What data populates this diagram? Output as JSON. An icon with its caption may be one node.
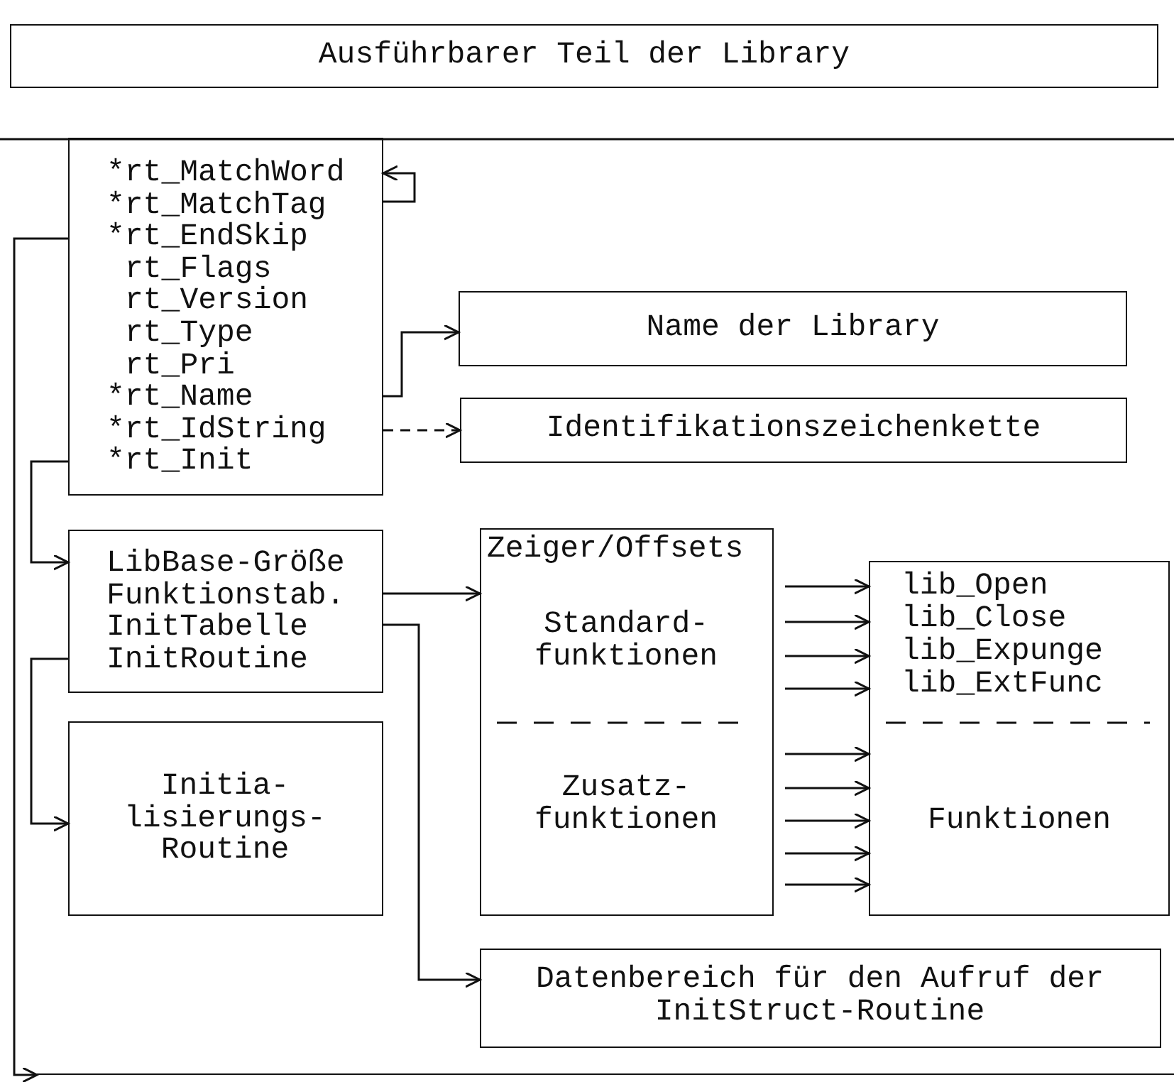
{
  "diagram": {
    "nodes": [
      {
        "text": [
          "Ausführbarer Teil der Library"
        ]
      },
      {
        "text": [
          "*rt_MatchWord",
          "*rt_MatchTag",
          "*rt_EndSkip",
          "rt_Flags",
          "rt_Version",
          "rt_Type",
          "rt_Pri",
          "*rt_Name",
          "*rt_IdString",
          "*rt_Init"
        ]
      },
      {
        "text": [
          "Name der Library"
        ]
      },
      {
        "text": [
          "Identifikationszeichenkette"
        ]
      },
      {
        "text": [
          "LibBase-Größe",
          "Funktionstab.",
          "InitTabelle",
          "InitRoutine"
        ]
      },
      {
        "text": [
          "Initia- lisierungs- Routine"
        ]
      },
      {
        "text": [
          "Zeiger/Offsets",
          "Standard- funktionen",
          "Zusatz- funktionen"
        ]
      },
      {
        "text": [
          "lib_Open",
          "lib_Close",
          "lib_Expunge",
          "lib_ExtFunc",
          "Funktionen"
        ]
      },
      {
        "text": [
          "Datenbereich für den Aufruf der InitStruct-Routine"
        ]
      },
      {
        "text": [],
        "shape": "bar"
      }
    ],
    "edges": [
      {
        "from": 1,
        "to": 1,
        "arrow": "to"
      },
      {
        "from": 1,
        "to": 9,
        "arrow": "to"
      },
      {
        "from": 1,
        "to": 2,
        "arrow": "to"
      },
      {
        "from": 1,
        "to": 3,
        "arrow": "to",
        "style": "dashed"
      },
      {
        "from": 1,
        "to": 4,
        "arrow": "to"
      },
      {
        "from": 4,
        "to": 6,
        "arrow": "to"
      },
      {
        "from": 4,
        "to": 8,
        "arrow": "to"
      },
      {
        "from": 4,
        "to": 5,
        "arrow": "to"
      },
      {
        "from": 6,
        "to": 7,
        "arrow": "to"
      },
      {
        "from": 6,
        "to": 7,
        "arrow": "to"
      },
      {
        "from": 6,
        "to": 7,
        "arrow": "to"
      },
      {
        "from": 6,
        "to": 7,
        "arrow": "to"
      },
      {
        "from": 6,
        "to": 7,
        "arrow": "to"
      },
      {
        "from": 6,
        "to": 7,
        "arrow": "to"
      },
      {
        "from": 6,
        "to": 7,
        "arrow": "to"
      },
      {
        "from": 6,
        "to": 7,
        "arrow": "to"
      },
      {
        "from": 6,
        "to": 7,
        "arrow": "to"
      }
    ]
  }
}
